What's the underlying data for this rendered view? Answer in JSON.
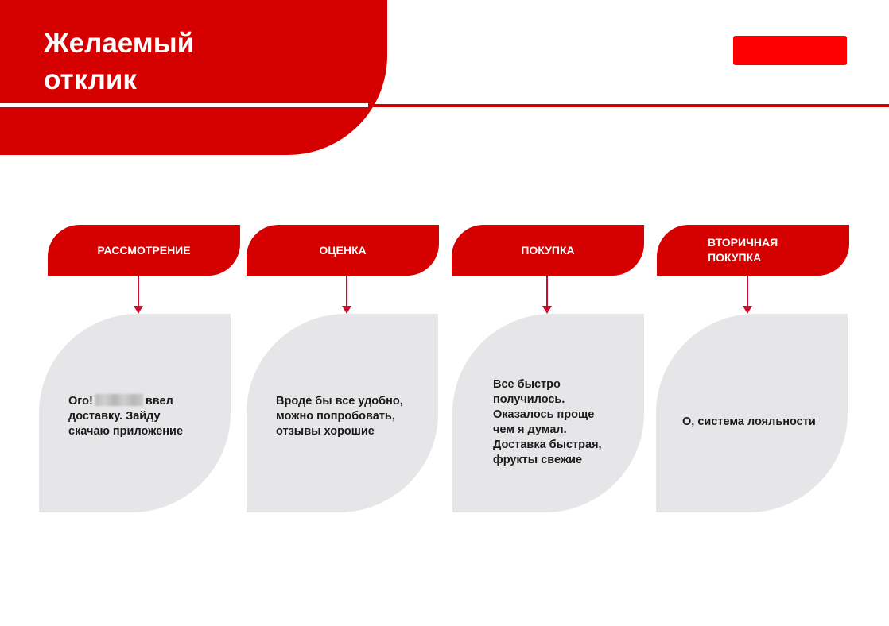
{
  "header": {
    "title_line1": "Желаемый",
    "title_line2": "отклик"
  },
  "colors": {
    "brand_red": "#d50000",
    "accent_red": "#ff0000",
    "leaf_gray": "#e6e6e8"
  },
  "stages": [
    {
      "label": "РАССМОТРЕНИЕ",
      "response_lines": [
        "Ого!",
        "ввел",
        "доставку. Зайду",
        "скачаю приложение"
      ]
    },
    {
      "label": "ОЦЕНКА",
      "response_lines": [
        "Вроде бы все удобно,",
        "можно попробовать,",
        "отзывы хорошие"
      ]
    },
    {
      "label": "ПОКУПКА",
      "response_lines": [
        "Все быстро",
        "получилось.",
        "Оказалось проще",
        "чем я думал.",
        "Доставка быстрая,",
        "фрукты свежие"
      ]
    },
    {
      "label_lines": [
        "ВТОРИЧНАЯ",
        "ПОКУПКА"
      ],
      "response_lines": [
        "О, система лояльности"
      ]
    }
  ]
}
